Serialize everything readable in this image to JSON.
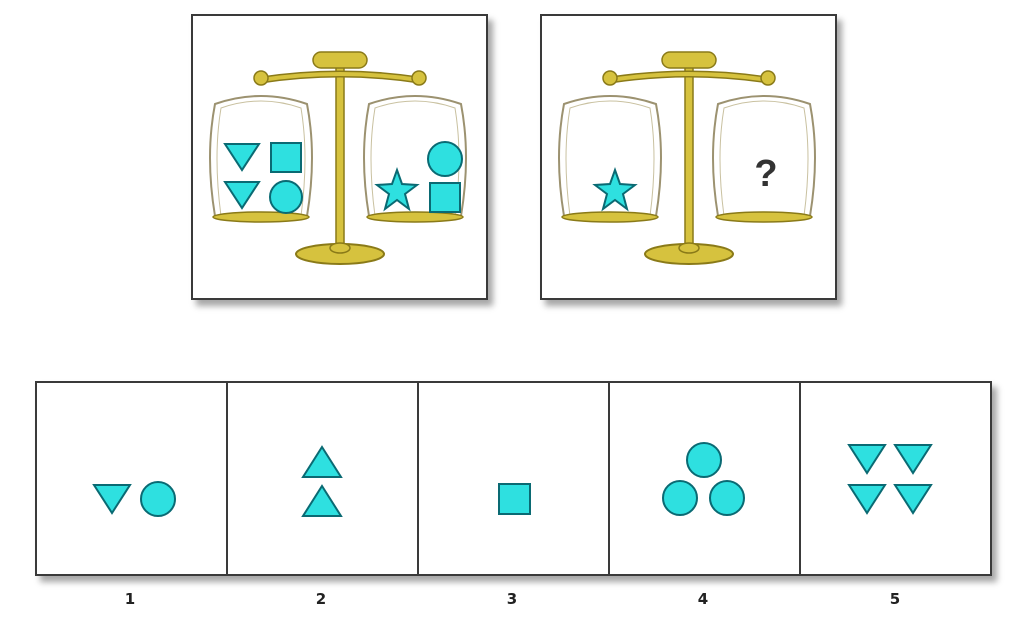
{
  "colors": {
    "shape_fill": "#2ee0e0",
    "shape_stroke": "#0a6a73",
    "brass": "#d6c23e",
    "brass_dark": "#8a7a18"
  },
  "puzzle": {
    "left_scale": {
      "left_pan": [
        "triangle-down",
        "square",
        "triangle-down",
        "circle"
      ],
      "right_pan": [
        "star",
        "circle",
        "square"
      ]
    },
    "right_scale": {
      "left_pan": [
        "star"
      ],
      "right_pan_text": "?"
    }
  },
  "options": [
    {
      "label": "1",
      "shapes": [
        "triangle-down",
        "circle"
      ]
    },
    {
      "label": "2",
      "shapes": [
        "triangle-up",
        "triangle-up"
      ]
    },
    {
      "label": "3",
      "shapes": [
        "square"
      ]
    },
    {
      "label": "4",
      "shapes": [
        "circle",
        "circle",
        "circle"
      ]
    },
    {
      "label": "5",
      "shapes": [
        "triangle-down",
        "triangle-down",
        "triangle-down",
        "triangle-down"
      ]
    }
  ]
}
